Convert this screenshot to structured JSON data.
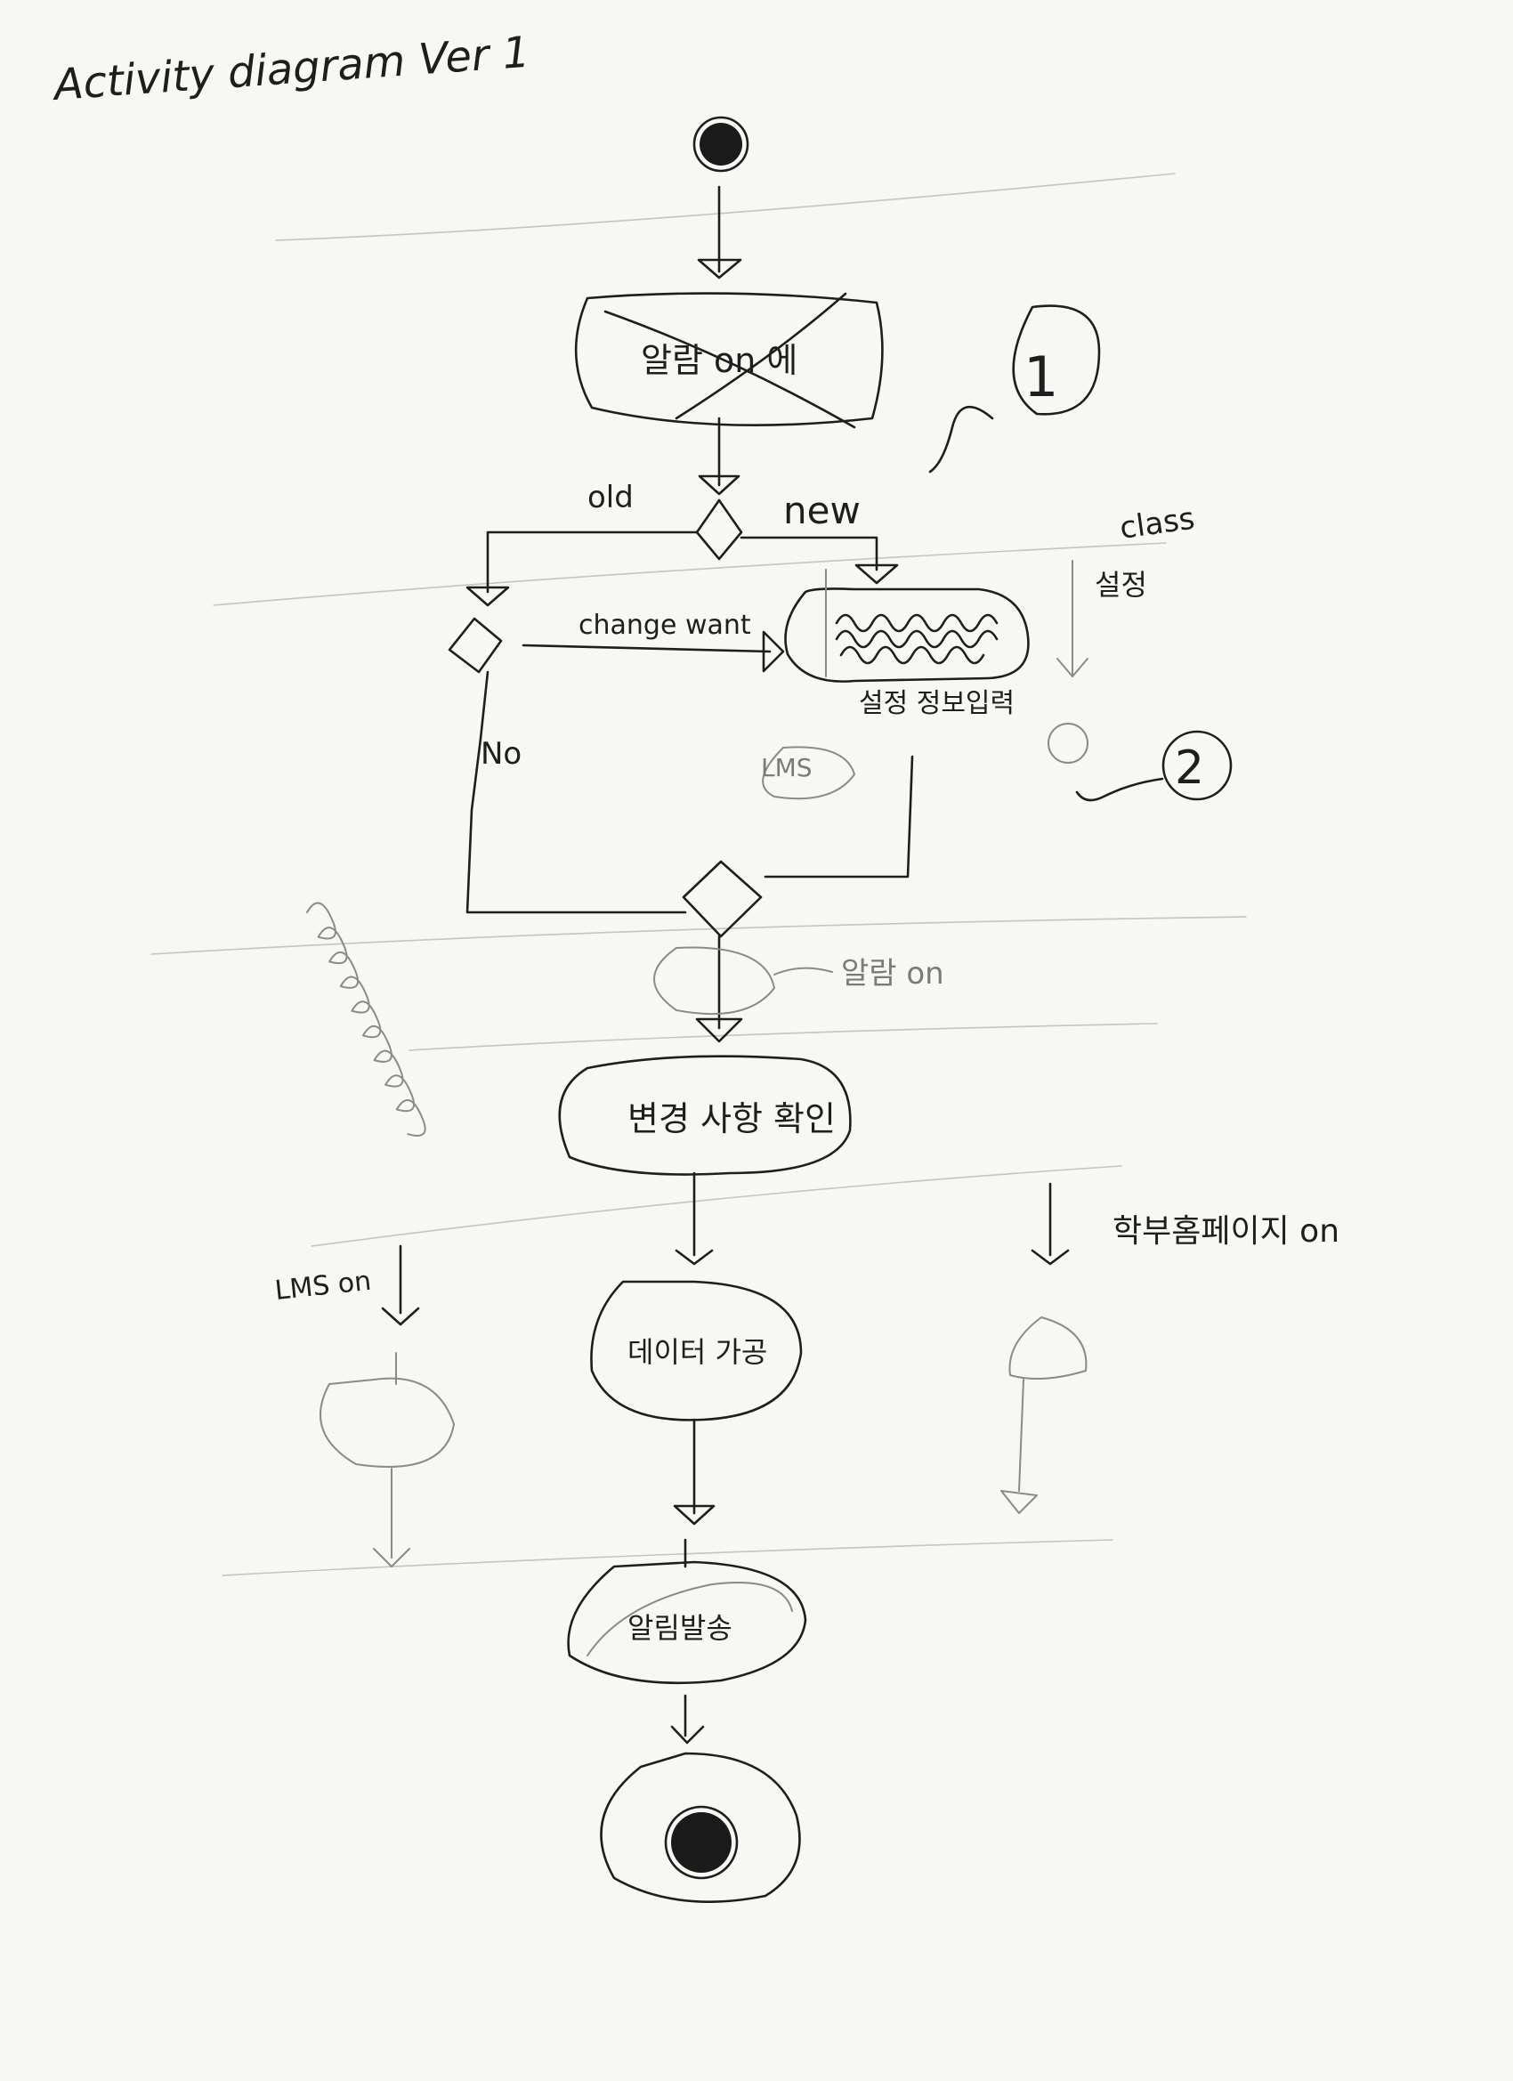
{
  "title": "Activity diagram Ver 1",
  "nodes": {
    "alarm_struck": "알람 on 에",
    "setup_input": "설정 정보입력",
    "confirm_changes": "변경 사항 확인",
    "data_processing": "데이터 가공",
    "send_alarm": "알림발송"
  },
  "labels": {
    "old": "old",
    "new": "new",
    "change_want": "change want",
    "no": "No",
    "class": "class",
    "setting": "설정",
    "lms_faint": "LMS",
    "alarm_on": "알람 on",
    "lms_on": "LMS on",
    "dept_homepage_on": "학부홈페이지 on"
  },
  "notes": {
    "note1": "1",
    "note2": "2"
  }
}
